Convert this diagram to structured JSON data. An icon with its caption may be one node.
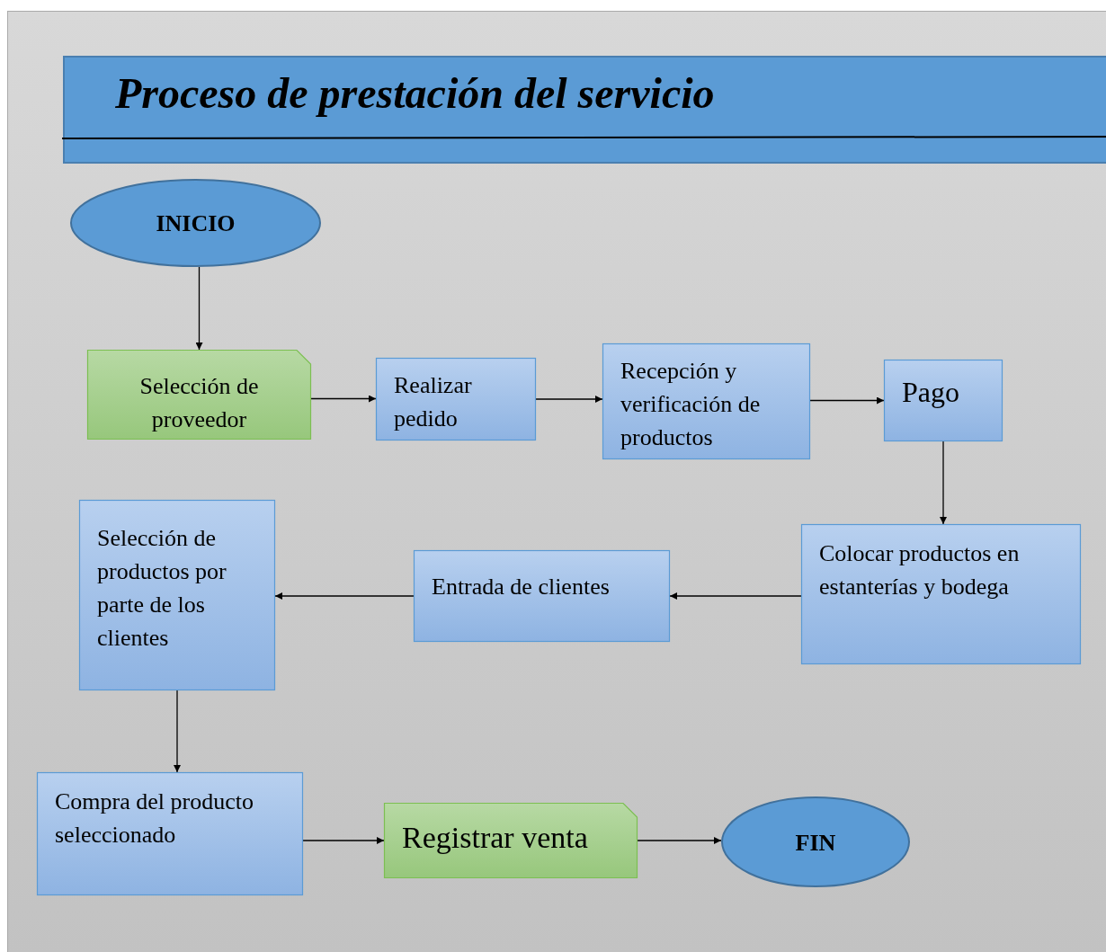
{
  "diagram": {
    "title": "Proceso de prestación del servicio",
    "nodes": [
      {
        "text": [
          "INICIO"
        ]
      },
      {
        "text": [
          "Selección de proveedor"
        ]
      },
      {
        "text": [
          "Realizar pedido"
        ]
      },
      {
        "text": [
          "Recepción y verificación de productos"
        ]
      },
      {
        "text": [
          "Pago"
        ]
      },
      {
        "text": [
          "Colocar productos en estanterías y bodega"
        ]
      },
      {
        "text": [
          "Entrada de clientes"
        ]
      },
      {
        "text": [
          "Selección de productos por parte de los clientes"
        ]
      },
      {
        "text": [
          "Compra del producto seleccionado"
        ]
      },
      {
        "text": [
          "Registrar venta"
        ]
      },
      {
        "text": [
          "FIN"
        ]
      }
    ],
    "edges": [
      {
        "from": 0,
        "to": 1,
        "arrow": "to"
      },
      {
        "from": 1,
        "to": 2,
        "arrow": "to"
      },
      {
        "from": 2,
        "to": 3,
        "arrow": "to"
      },
      {
        "from": 3,
        "to": 4,
        "arrow": "to"
      },
      {
        "from": 4,
        "to": 5,
        "arrow": "to"
      },
      {
        "from": 5,
        "to": 6,
        "arrow": "to"
      },
      {
        "from": 6,
        "to": 7,
        "arrow": "to"
      },
      {
        "from": 7,
        "to": 8,
        "arrow": "to"
      },
      {
        "from": 8,
        "to": 9,
        "arrow": "to"
      },
      {
        "from": 9,
        "to": 10,
        "arrow": "to"
      }
    ]
  }
}
